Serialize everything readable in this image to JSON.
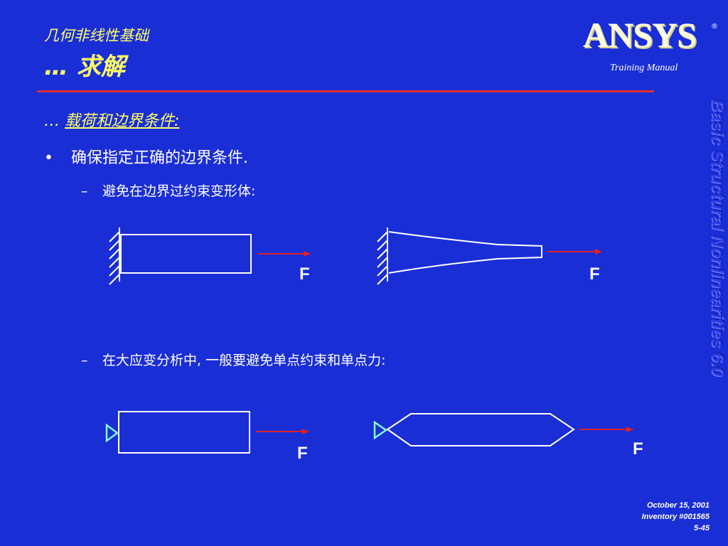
{
  "header": {
    "course_title": "几何非线性基础",
    "section_title": "… 求解",
    "logo_text": "ANSYS",
    "logo_reg": "®",
    "training_manual": "Training Manual"
  },
  "side_title": "Basic Structural Nonlinearities 6.0",
  "content": {
    "subhead_prefix": "…",
    "subhead_text": "载荷和边界条件:",
    "bullet_mark": "•",
    "bullet1": "确保指定正确的边界条件.",
    "dash_mark": "–",
    "sub1": "避免在边界过约束变形体:",
    "sub2": "在大应变分析中, 一般要避免单点约束和单点力:"
  },
  "figures": {
    "force_label": "F"
  },
  "footer": {
    "date": "October 15, 2001",
    "inventory": "Inventory #001565",
    "page": "5-45"
  },
  "colors": {
    "background": "#1a2ed6",
    "title_yellow": "#ffff66",
    "divider_red": "#e03030",
    "arrow_red": "#e02020",
    "support_cyan": "#80ffe0"
  }
}
